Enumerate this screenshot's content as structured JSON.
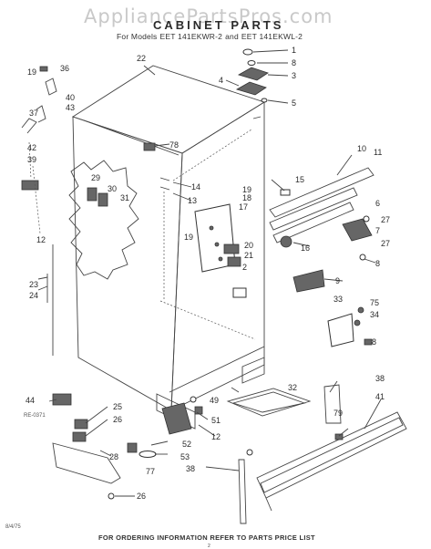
{
  "watermark": "AppliancePartsPros.com",
  "header": {
    "title": "CABINET PARTS",
    "models_prefix": "For Models",
    "model_1": "EET 141EKWR-2",
    "models_and": "and",
    "model_2": "EET 141EKWL-2"
  },
  "footer": {
    "note": "FOR ORDERING INFORMATION REFER TO PARTS PRICE LIST",
    "page_number": "2",
    "code_left": "RE-0371",
    "code_bottom": "8/4/75"
  },
  "callouts": [
    "1",
    "8",
    "3",
    "5",
    "4",
    "22",
    "19",
    "36",
    "40",
    "43",
    "37",
    "42",
    "39",
    "29",
    "30",
    "31",
    "78",
    "14",
    "13",
    "19",
    "18",
    "17",
    "15",
    "10",
    "11",
    "6",
    "27",
    "7",
    "27",
    "8",
    "16",
    "20",
    "21",
    "2",
    "19",
    "9",
    "12",
    "23",
    "24",
    "33",
    "75",
    "34",
    "8",
    "44",
    "25",
    "26",
    "28",
    "77",
    "53",
    "51",
    "12",
    "52",
    "49",
    "32",
    "38",
    "41",
    "79",
    "38",
    "26"
  ]
}
